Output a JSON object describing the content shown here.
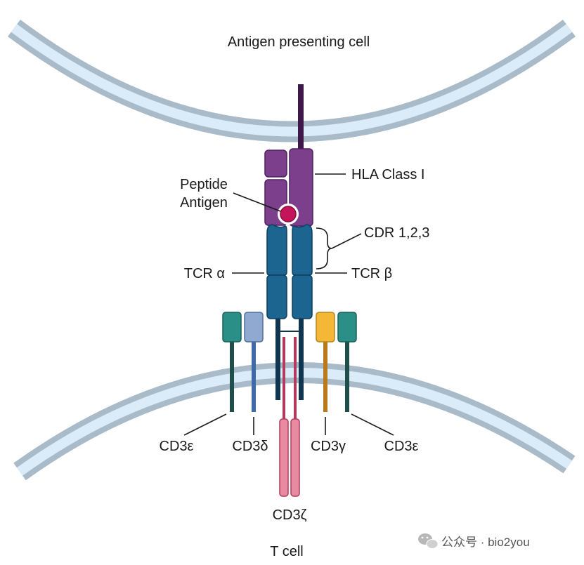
{
  "labels": {
    "apc": "Antigen presenting cell",
    "hla": "HLA Class I",
    "peptide_line1": "Peptide",
    "peptide_line2": "Antigen",
    "cdr": "CDR 1,2,3",
    "tcr_alpha": "TCR α",
    "tcr_beta": "TCR β",
    "cd3e_left": "CD3ε",
    "cd3d": "CD3δ",
    "cd3g": "CD3γ",
    "cd3e_right": "CD3ε",
    "cd3z": "CD3ζ",
    "tcell": "T cell"
  },
  "watermark": {
    "text": "公众号 · bio2you"
  },
  "colors": {
    "membrane_outer": "#a9bac9",
    "membrane_inner": "#dcebf8",
    "hla": "#7b3f8c",
    "hla_stroke": "#4f2160",
    "hla_stalk": "#3d1848",
    "peptide": "#c4145a",
    "tcr": "#1c6591",
    "tcr_stroke": "#0e3f5e",
    "tcr_stalk": "#0f3550",
    "cd3e": "#2a8f86",
    "cd3e_stroke": "#1b5e58",
    "cd3e_stalk": "#1f4f4b",
    "cd3d": "#8fa9d1",
    "cd3d_stalk": "#3e6aa8",
    "cd3g": "#f4b736",
    "cd3g_stalk": "#b97a1e",
    "cd3z": "#e88ba1",
    "cd3z_stalk": "#b23a5e"
  }
}
